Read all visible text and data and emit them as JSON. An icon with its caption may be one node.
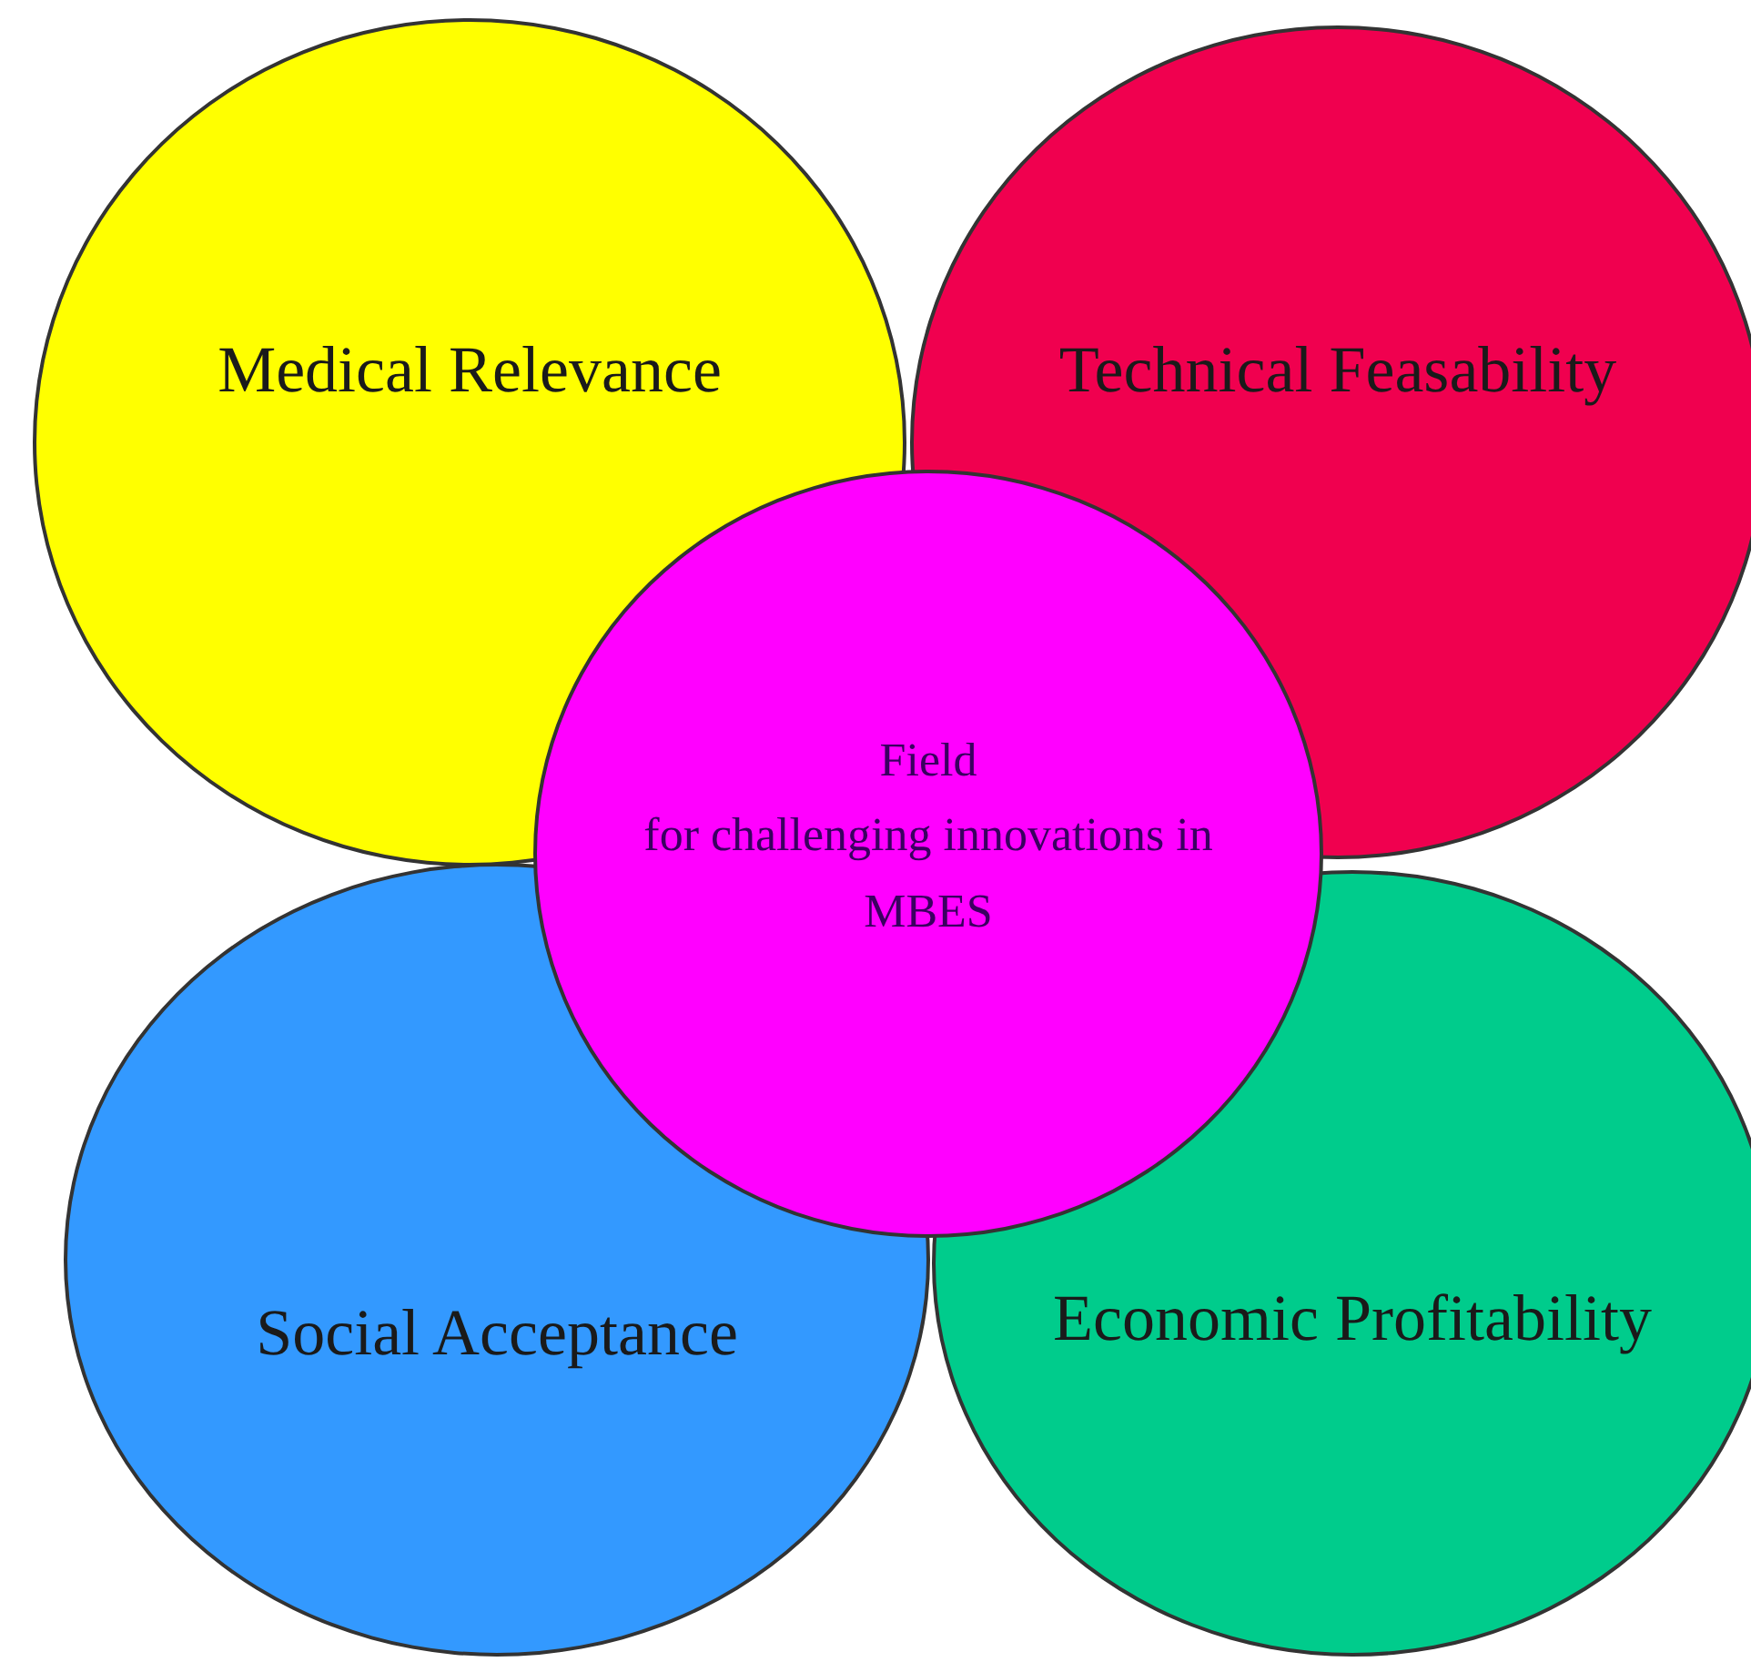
{
  "diagram": {
    "nodes": [
      {
        "text": [
          "Medical Relevance"
        ]
      },
      {
        "text": [
          "Technical Feasability"
        ]
      },
      {
        "text": [
          "Field",
          "for challenging innovations in MBES"
        ]
      },
      {
        "text": [
          "Social Acceptance"
        ]
      },
      {
        "text": [
          "Economic Profitability"
        ]
      }
    ]
  }
}
